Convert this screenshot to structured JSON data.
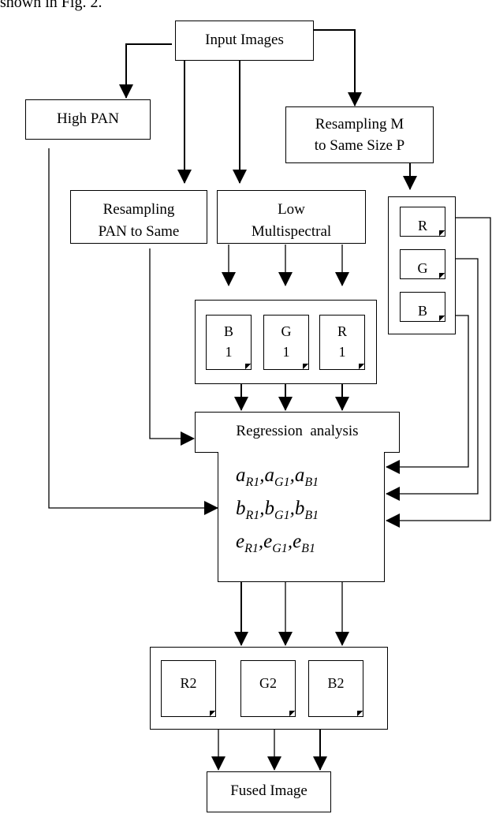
{
  "caption": "shown in Fig. 2.",
  "nodes": {
    "input_images": "Input Images",
    "high_pan": "High PAN",
    "resample_m": [
      "Resampling M",
      "to Same Size P"
    ],
    "resample_pan": [
      "Resampling",
      "PAN to Same"
    ],
    "low_ms": [
      "Low",
      "Multispectral"
    ],
    "regression": "Regression  analysis",
    "fused": "Fused Image"
  },
  "resampled_bands": [
    "R",
    "G",
    "B"
  ],
  "low_bands": [
    {
      "letter": "B",
      "index": "1"
    },
    {
      "letter": "G",
      "index": "1"
    },
    {
      "letter": "R",
      "index": "1"
    }
  ],
  "coefficients": [
    {
      "base": "a",
      "subs": [
        "R1",
        "G1",
        "B1"
      ]
    },
    {
      "base": "b",
      "subs": [
        "R1",
        "G1",
        "B1"
      ]
    },
    {
      "base": "e",
      "subs": [
        "R1",
        "G1",
        "B1"
      ]
    }
  ],
  "fused_bands": [
    "R2",
    "G2",
    "B2"
  ]
}
